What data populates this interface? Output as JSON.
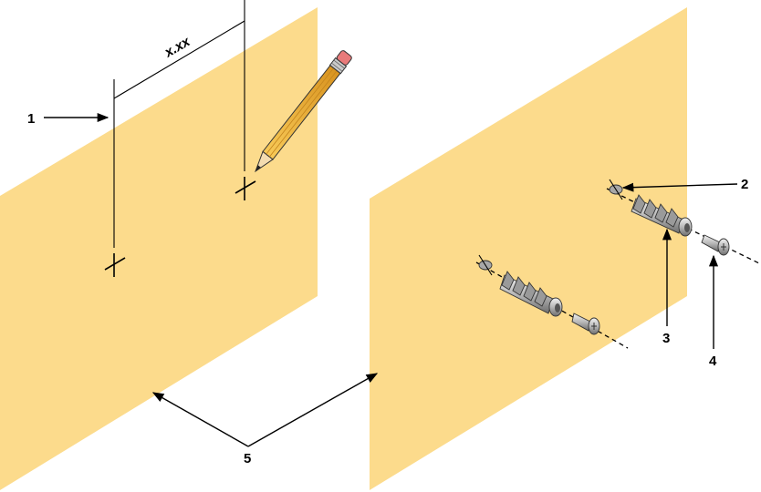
{
  "dimension_label": "x.xx",
  "callouts": {
    "c1": "1",
    "c2": "2",
    "c3": "3",
    "c4": "4",
    "c5": "5"
  },
  "colors": {
    "panel": "#fcdb8c",
    "metal_light": "#e8e8e8",
    "metal_dark": "#7d7d7d",
    "pencil_body": "#f2b233",
    "pencil_eraser": "#e87a7a"
  },
  "icons": [
    "pencil-icon",
    "wall-anchor-icon",
    "screw-icon"
  ]
}
